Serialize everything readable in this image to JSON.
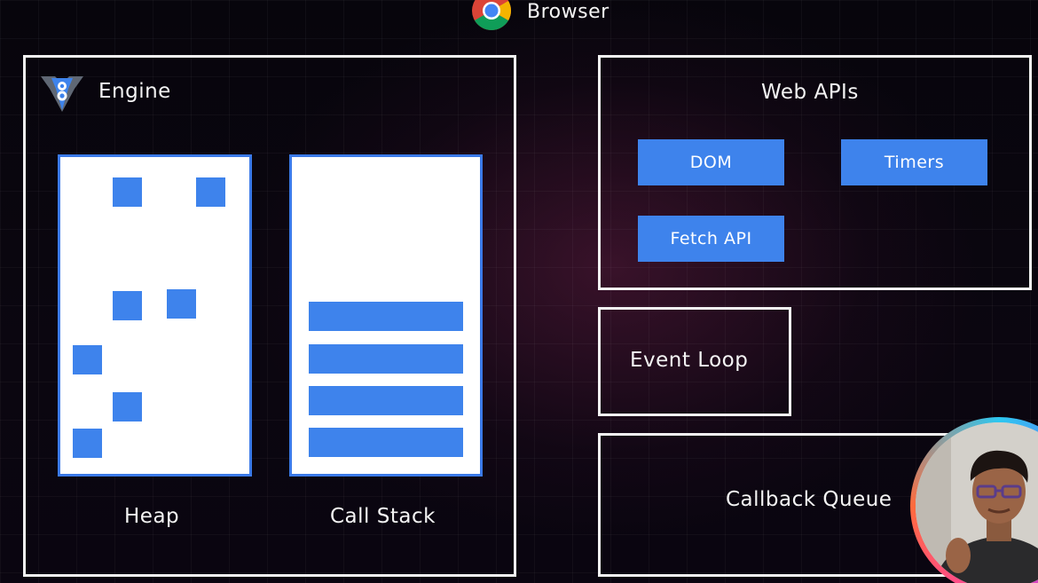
{
  "browser": {
    "title": "Browser",
    "logo_icon": "chrome-logo-icon"
  },
  "engine": {
    "title": "Engine",
    "logo_icon": "v8-logo-icon",
    "heap_label": "Heap",
    "call_stack_label": "Call Stack"
  },
  "web_apis": {
    "title": "Web APIs",
    "items": [
      "DOM",
      "Timers",
      "Fetch API"
    ]
  },
  "event_loop": {
    "title": "Event Loop"
  },
  "callback_queue": {
    "title": "Callback Queue"
  },
  "colors": {
    "background": "#08050d",
    "frame": "#f3f3f3",
    "accent_blue": "#3e83ec",
    "panel": "#ffffff"
  }
}
